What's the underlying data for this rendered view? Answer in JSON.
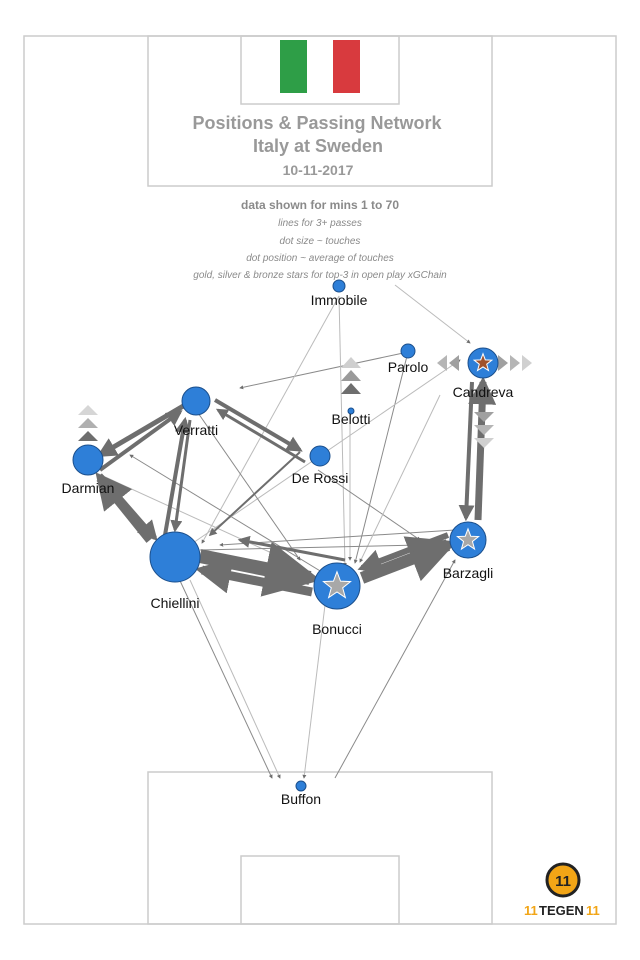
{
  "header": {
    "title": "Positions & Passing Network",
    "match": "Italy at Sweden",
    "date": "10-11-2017"
  },
  "flag": {
    "colors": [
      "#2e9e47",
      "#ffffff",
      "#d83a3e"
    ]
  },
  "info": {
    "minutes": "data shown for mins 1 to 70",
    "line1": "lines for 3+ passes",
    "line2": "dot size ~ touches",
    "line3": "dot position ~ average of touches",
    "line4": "gold, silver & bronze stars for top-3 in open play xGChain"
  },
  "colors": {
    "dot": "#2e7fd8",
    "edge": "#6e6e6e",
    "pitch_line": "#cccccc",
    "gold": "#d9a521",
    "silver": "#a8a8a8",
    "bronze": "#a0522d"
  },
  "players": [
    {
      "name": "Immobile",
      "star": "",
      "icon": ""
    },
    {
      "name": "Parolo",
      "star": "",
      "icon": ""
    },
    {
      "name": "Candreva",
      "star": "bronze",
      "icon": "bronze-star-icon"
    },
    {
      "name": "Belotti",
      "star": "",
      "icon": ""
    },
    {
      "name": "Verratti",
      "star": "",
      "icon": ""
    },
    {
      "name": "De Rossi",
      "star": "",
      "icon": ""
    },
    {
      "name": "Darmian",
      "star": "",
      "icon": ""
    },
    {
      "name": "Chiellini",
      "star": "",
      "icon": ""
    },
    {
      "name": "Bonucci",
      "star": "silver",
      "icon": "silver-star-icon"
    },
    {
      "name": "Barzagli",
      "star": "silver",
      "icon": "silver-star-icon"
    },
    {
      "name": "Buffon",
      "star": "",
      "icon": ""
    }
  ],
  "logo": {
    "text": "TEGEN",
    "icon": "11tegen11-logo-icon"
  }
}
